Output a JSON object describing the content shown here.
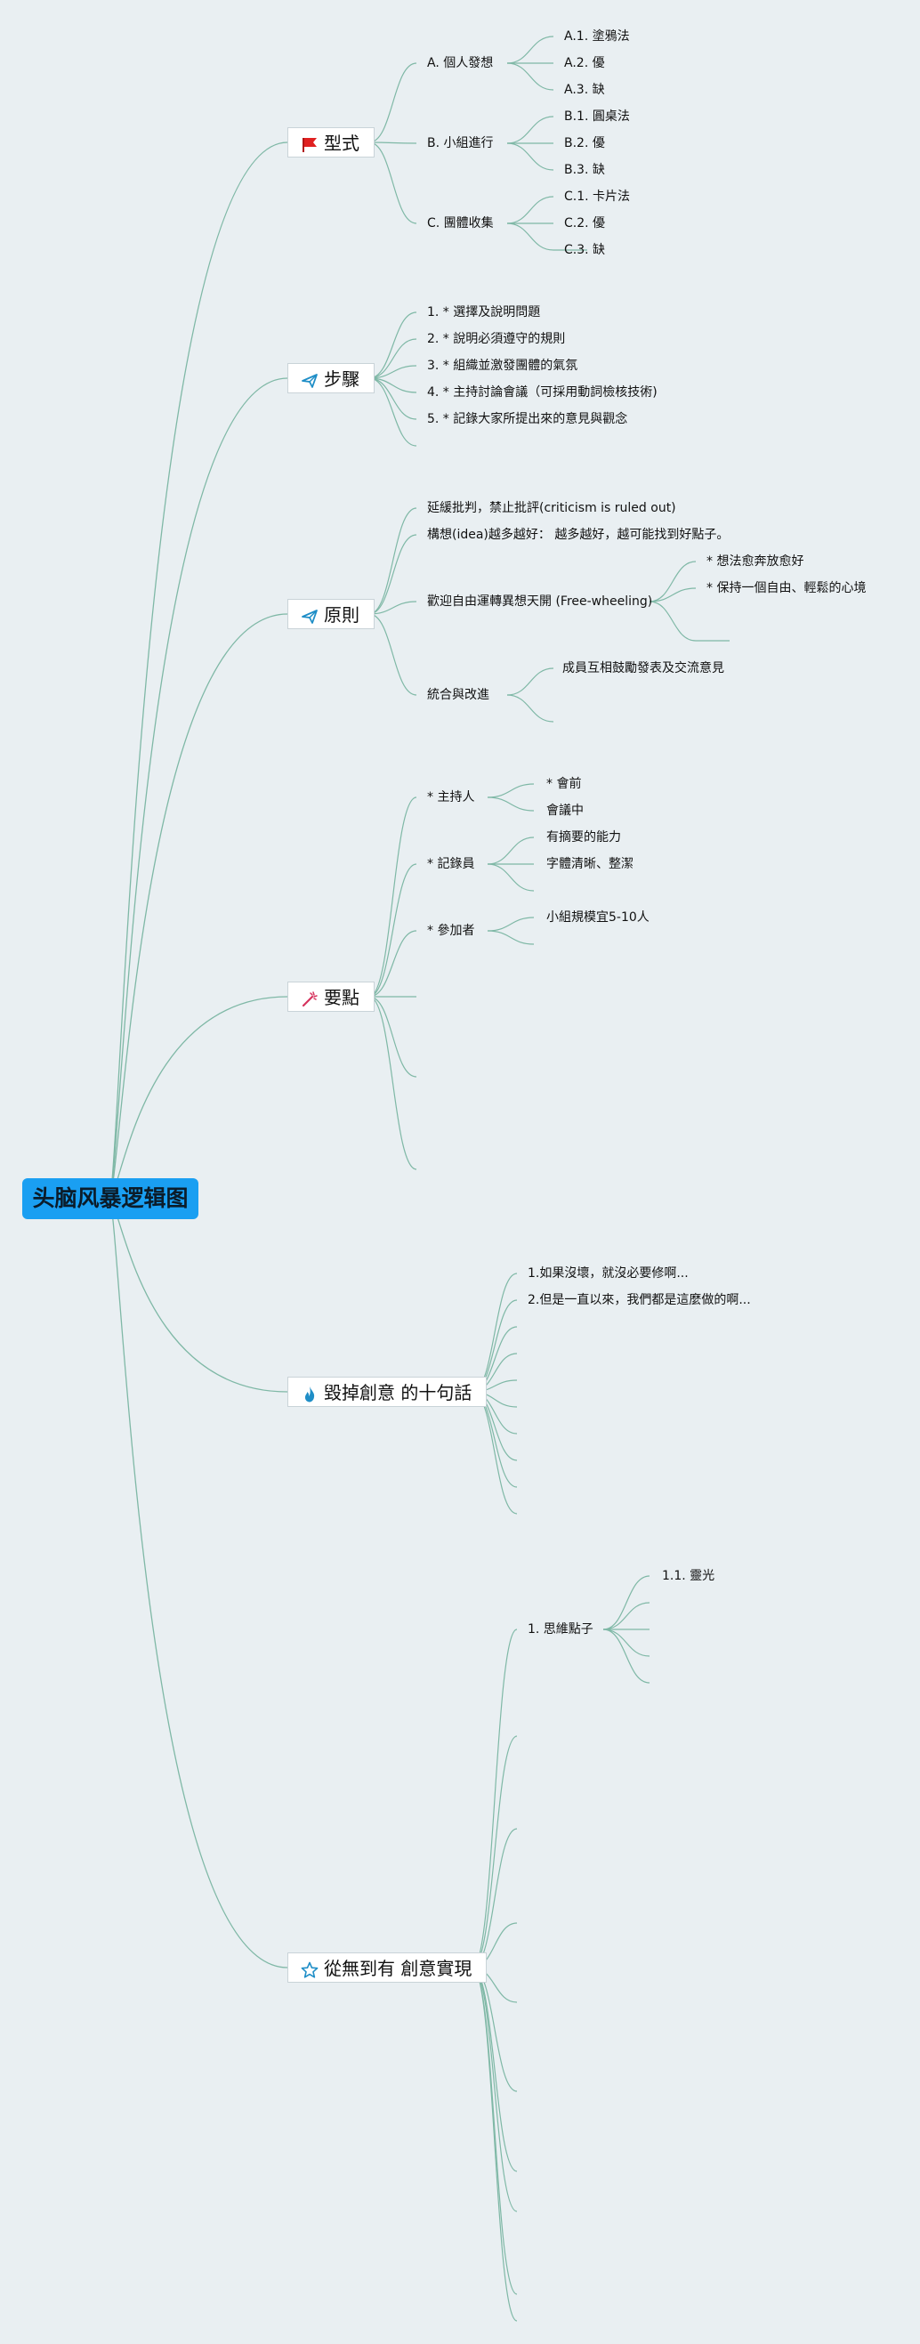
{
  "root": {
    "title": "头脑风暴逻辑图"
  },
  "branches": [
    {
      "label": "型式",
      "icon": "red-flag-icon",
      "children": [
        {
          "label": "A. 個人發想",
          "children": [
            "A.1. 塗鴉法",
            "A.2. 優",
            "A.3. 缺"
          ]
        },
        {
          "label": "B. 小組進行",
          "children": [
            "B.1. 圓桌法",
            "B.2. 優",
            "B.3. 缺"
          ]
        },
        {
          "label": "C. 團體收集",
          "children": [
            "C.1. 卡片法",
            "C.2. 優",
            "C.3. 缺"
          ]
        }
      ]
    },
    {
      "label": "步驟",
      "icon": "paper-plane-icon",
      "children": [
        "1. * 選擇及說明問題",
        "2. * 說明必須遵守的規則",
        "3. * 組織並激發團體的氣氛",
        "4. * 主持討論會議（可採用動詞檢核技術)",
        "5. * 記錄大家所提出來的意見與觀念"
      ]
    },
    {
      "label": "原則",
      "icon": "paper-plane-icon",
      "children": [
        {
          "label": "延緩批判，禁止批評(criticism is ruled out)"
        },
        {
          "label": "構想(idea)越多越好： 越多越好，越可能找到好點子。"
        },
        {
          "label": "歡迎自由運轉異想天開 (Free-wheeling)",
          "children": [
            "* 想法愈奔放愈好",
            "* 保持一個自由、輕鬆的心境"
          ]
        },
        {
          "label": "統合與改進",
          "children": [
            "成員互相鼓勵發表及交流意見"
          ]
        }
      ]
    },
    {
      "label": "要點",
      "icon": "magic-wand-icon",
      "children": [
        {
          "label": "* 主持人",
          "children": [
            "* 會前",
            "會議中"
          ]
        },
        {
          "label": "* 記錄員",
          "children": [
            "有摘要的能力",
            "字體清晰、整潔"
          ]
        },
        {
          "label": "* 參加者",
          "children": [
            "小組規模宜5-10人"
          ]
        }
      ]
    },
    {
      "label": "毀掉創意 的十句話",
      "icon": "flame-icon",
      "children": [
        "1.如果沒壞，就沒必要修啊...",
        "2.但是一直以來，我們都是這麼做的啊..."
      ]
    },
    {
      "label": "從無到有 創意實現",
      "icon": "star-icon",
      "children": [
        {
          "label": "1. 思維點子",
          "children": [
            "1.1. 靈光"
          ]
        }
      ]
    }
  ],
  "colors": {
    "root_fill": "#1a9ff2",
    "link": "#7fb8a6",
    "background": "#e9eff2",
    "flag": "#e02020",
    "plane": "#1f8ec7",
    "wand": "#d6335d",
    "flame": "#1f8ec7",
    "star": "#1f8ec7"
  }
}
